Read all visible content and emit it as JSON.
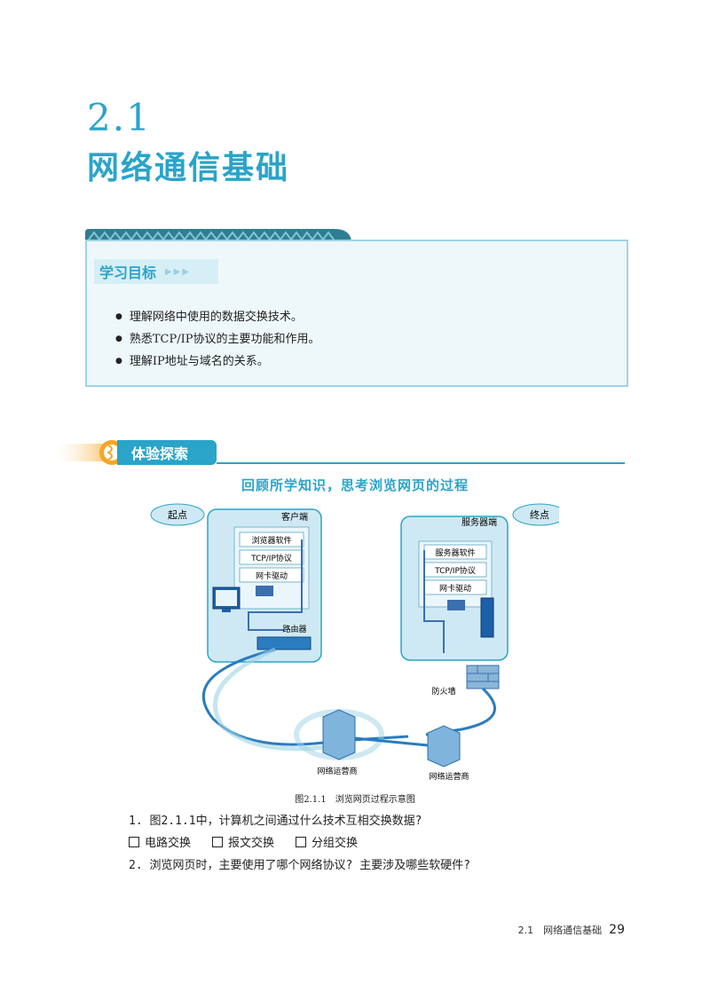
{
  "section": {
    "number": "2.1",
    "title": "网络通信基础"
  },
  "goals": {
    "heading": "学习目标",
    "items": [
      "理解网络中使用的数据交换技术。",
      "熟悉TCP/IP协议的主要功能和作用。",
      "理解IP地址与域名的关系。"
    ]
  },
  "explore": {
    "label": "体验探索",
    "prompt": "回顾所学知识，思考浏览网页的过程"
  },
  "diagram": {
    "start": "起点",
    "end": "终点",
    "client": "客户端",
    "server": "服务器端",
    "client_layers": [
      "浏览器软件",
      "TCP/IP协议",
      "网卡驱动"
    ],
    "server_layers": [
      "服务器软件",
      "TCP/IP协议",
      "网卡驱动"
    ],
    "router": "路由器",
    "firewall": "防火墙",
    "isp1": "网络运营商",
    "isp2": "网络运营商",
    "caption": "图2.1.1　浏览网页过程示意图"
  },
  "questions": {
    "q1": "1. 图2.1.1中，计算机之间通过什么技术互相交换数据?",
    "options": [
      "电路交换",
      "报文交换",
      "分组交换"
    ],
    "q2": "2. 浏览网页时，主要使用了哪个网络协议? 主要涉及哪些软硬件?"
  },
  "footer": {
    "section": "2.1　网络通信基础",
    "page": "29"
  },
  "colors": {
    "accent": "#2aa4c9",
    "panel": "#eef8fb",
    "border": "#9ed4e4",
    "orange": "#f5a623"
  }
}
